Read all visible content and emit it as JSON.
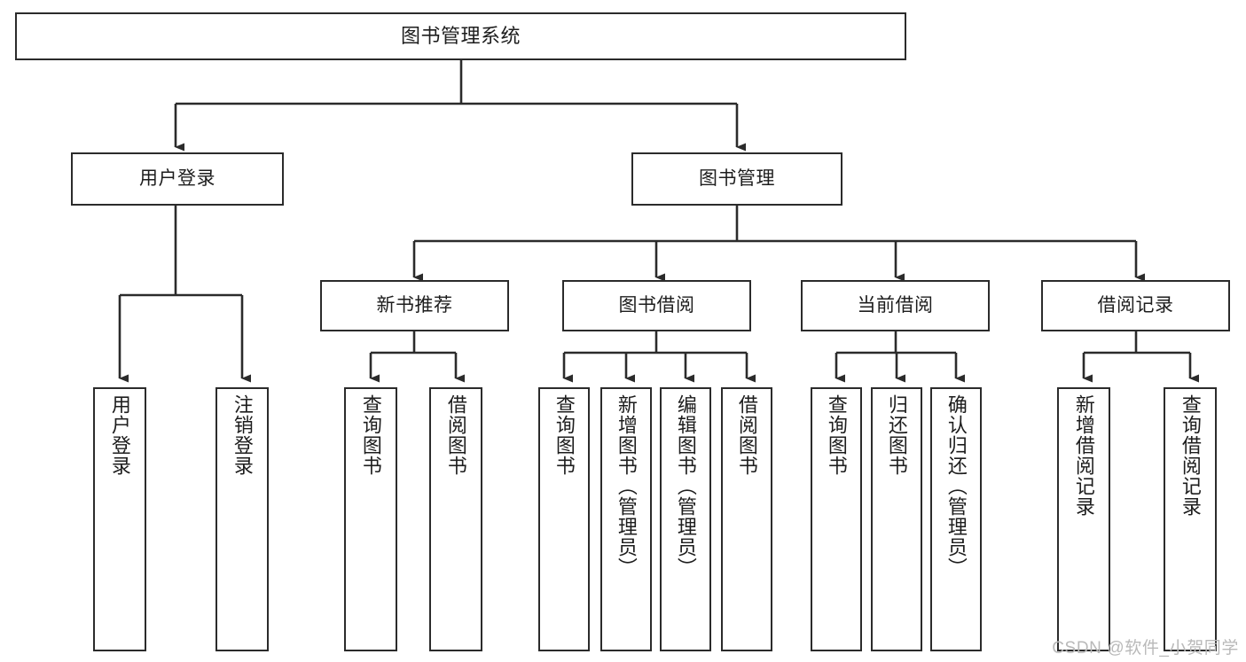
{
  "diagram": {
    "title": "图书管理系统",
    "watermark": "CSDN @软件_小贺同学",
    "stroke_color": "#2b2b2b",
    "fill_color": "#ffffff",
    "text_color": "#1d1d1d",
    "watermark_color": "#b9b9b9",
    "type": "tree-hierarchy",
    "levels": 4,
    "nodes": [
      {
        "id": "root",
        "label": "图书管理系统",
        "level": 0,
        "orientation": "horizontal",
        "parent": null
      },
      {
        "id": "user-login",
        "label": "用户登录",
        "level": 1,
        "orientation": "horizontal",
        "parent": "root"
      },
      {
        "id": "book-manage",
        "label": "图书管理",
        "level": 1,
        "orientation": "horizontal",
        "parent": "root"
      },
      {
        "id": "new-book-rec",
        "label": "新书推荐",
        "level": 2,
        "orientation": "horizontal",
        "parent": "book-manage"
      },
      {
        "id": "book-borrow",
        "label": "图书借阅",
        "level": 2,
        "orientation": "horizontal",
        "parent": "book-manage"
      },
      {
        "id": "current-borrow",
        "label": "当前借阅",
        "level": 2,
        "orientation": "horizontal",
        "parent": "book-manage"
      },
      {
        "id": "borrow-record",
        "label": "借阅记录",
        "level": 2,
        "orientation": "horizontal",
        "parent": "book-manage"
      },
      {
        "id": "leaf-login",
        "label": "用户登录",
        "level": 3,
        "orientation": "vertical",
        "parent": "user-login"
      },
      {
        "id": "leaf-logout",
        "label": "注销登录",
        "level": 3,
        "orientation": "vertical",
        "parent": "user-login"
      },
      {
        "id": "leaf-query1",
        "label": "查询图书",
        "level": 3,
        "orientation": "vertical",
        "parent": "new-book-rec"
      },
      {
        "id": "leaf-borrow1",
        "label": "借阅图书",
        "level": 3,
        "orientation": "vertical",
        "parent": "new-book-rec"
      },
      {
        "id": "leaf-query2",
        "label": "查询图书",
        "level": 3,
        "orientation": "vertical",
        "parent": "book-borrow"
      },
      {
        "id": "leaf-add-book",
        "label": "新增图书（管理员）",
        "level": 3,
        "orientation": "vertical",
        "parent": "book-borrow"
      },
      {
        "id": "leaf-edit-book",
        "label": "编辑图书（管理员）",
        "level": 3,
        "orientation": "vertical",
        "parent": "book-borrow"
      },
      {
        "id": "leaf-borrow2",
        "label": "借阅图书",
        "level": 3,
        "orientation": "vertical",
        "parent": "book-borrow"
      },
      {
        "id": "leaf-query3",
        "label": "查询图书",
        "level": 3,
        "orientation": "vertical",
        "parent": "current-borrow"
      },
      {
        "id": "leaf-return",
        "label": "归还图书",
        "level": 3,
        "orientation": "vertical",
        "parent": "current-borrow"
      },
      {
        "id": "leaf-confirm",
        "label": "确认归还（管理员）",
        "level": 3,
        "orientation": "vertical",
        "parent": "current-borrow"
      },
      {
        "id": "leaf-add-rec",
        "label": "新增借阅记录",
        "level": 3,
        "orientation": "vertical",
        "parent": "borrow-record"
      },
      {
        "id": "leaf-query-rec",
        "label": "查询借阅记录",
        "level": 3,
        "orientation": "vertical",
        "parent": "borrow-record"
      }
    ]
  }
}
